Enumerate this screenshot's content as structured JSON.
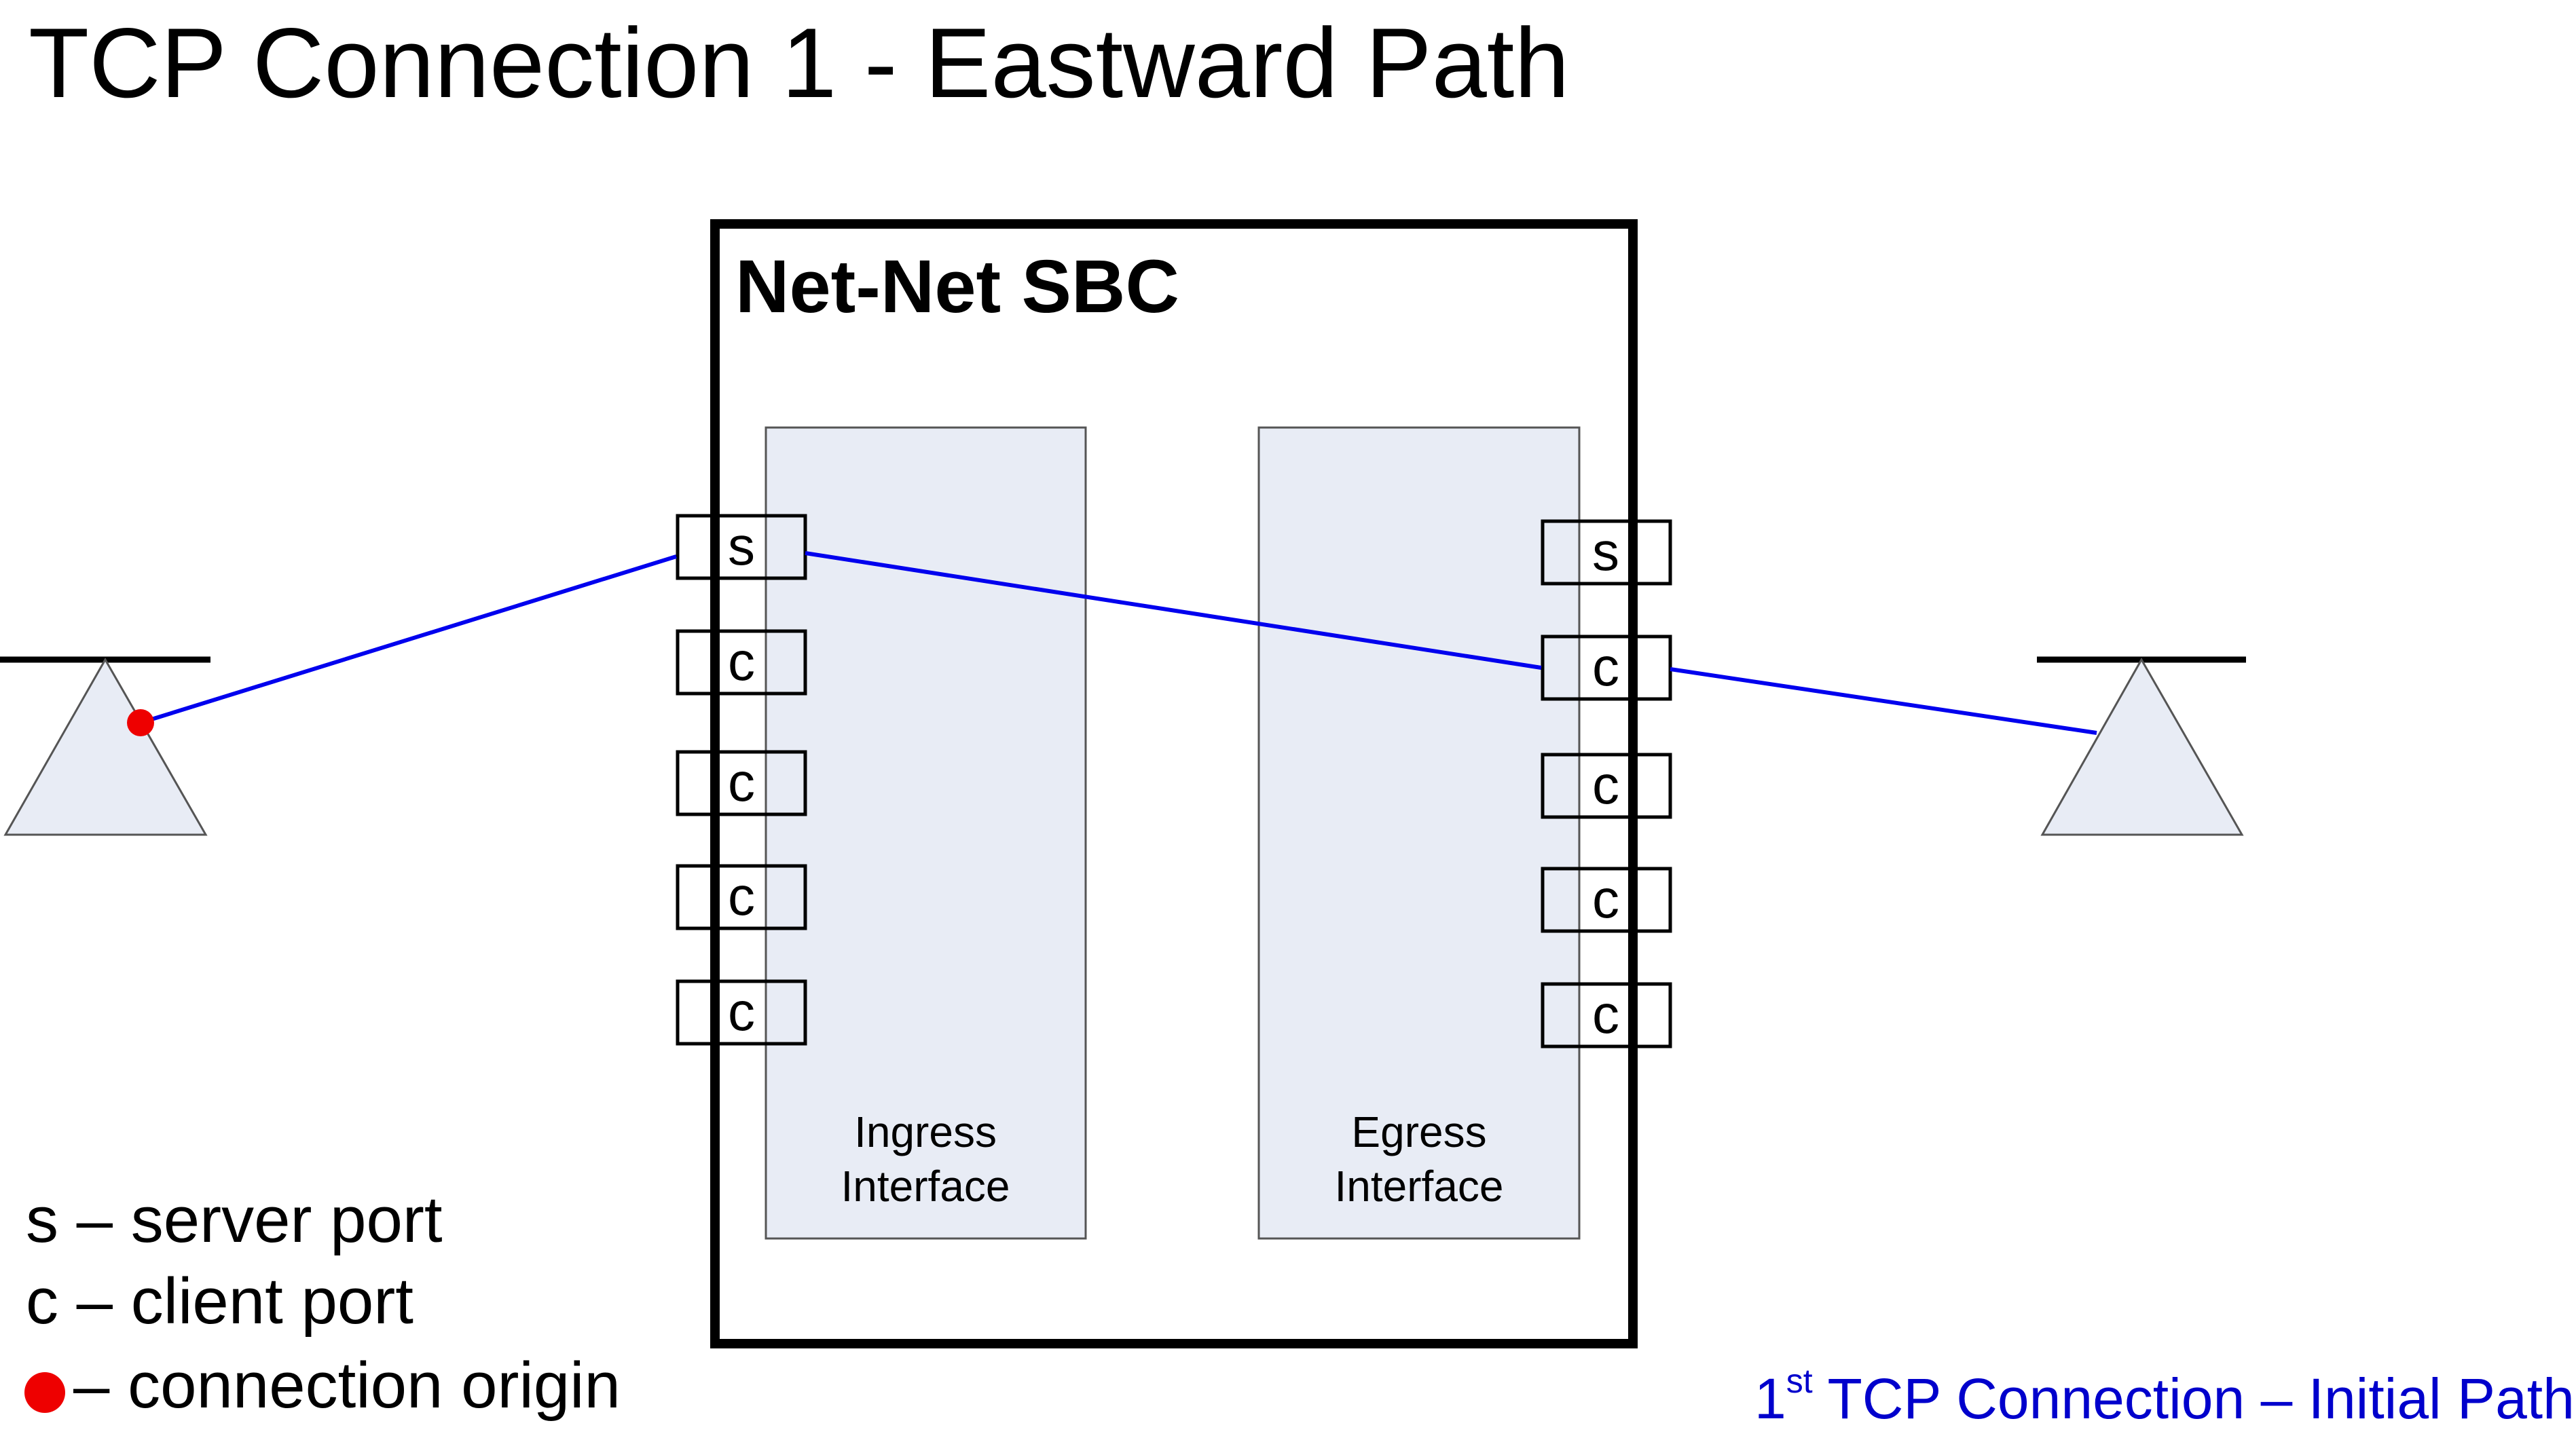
{
  "title": "TCP Connection 1 - Eastward Path",
  "sbc": {
    "label": "Net-Net SBC",
    "ingress": {
      "line1": "Ingress",
      "line2": "Interface"
    },
    "egress": {
      "line1": "Egress",
      "line2": "Interface"
    }
  },
  "ports": {
    "ingress": [
      "s",
      "c",
      "c",
      "c",
      "c"
    ],
    "egress": [
      "s",
      "c",
      "c",
      "c",
      "c"
    ]
  },
  "legend": {
    "server": "s – server port",
    "client": "c – client port",
    "origin": "– connection origin"
  },
  "caption": {
    "ordinal": "1",
    "suffix": "st",
    "text": " TCP Connection – Initial Path"
  },
  "colors": {
    "arrow": "#0000ee",
    "origin_dot": "#ee0000",
    "interface_fill": "#e8ecf5",
    "caption": "#0000cc"
  }
}
